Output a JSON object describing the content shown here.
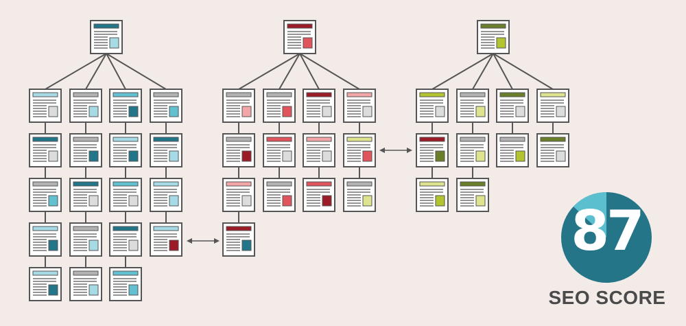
{
  "colors": {
    "background": "#f2ebe8",
    "line": "#555555",
    "page_fill": "#ffffff",
    "teal_dark": "#23768a",
    "teal_light": "#a6dbe6",
    "teal_mid": "#62c0d1",
    "red_dark": "#9b1c26",
    "red_mid": "#e0555d",
    "red_light": "#f2a6a7",
    "olive_dark": "#6b7f2b",
    "olive_mid": "#b3c431",
    "olive_light": "#dde38e",
    "gray": "#b2b2b2",
    "gray_box": "#dcdcdc",
    "score_circle": "#237587",
    "score_wedge": "#5cbfd0",
    "score_label": "#4a4a4a"
  },
  "seo": {
    "score": "87",
    "label": "SEO SCORE",
    "fraction": 0.87
  },
  "trees": [
    {
      "name": "teal-site",
      "root": {
        "bar": "teal_dark",
        "box": "teal_light"
      },
      "columns": [
        [
          {
            "bar": "teal_light",
            "box": "gray_box"
          },
          {
            "bar": "teal_dark",
            "box": "gray_box"
          },
          {
            "bar": "gray",
            "box": "teal_mid"
          },
          {
            "bar": "teal_light",
            "box": "teal_dark"
          },
          {
            "bar": "teal_light",
            "box": "teal_dark"
          }
        ],
        [
          {
            "bar": "gray",
            "box": "teal_light"
          },
          {
            "bar": "gray",
            "box": "teal_dark"
          },
          {
            "bar": "teal_dark",
            "box": "gray_box"
          },
          {
            "bar": "gray",
            "box": "teal_light"
          },
          {
            "bar": "gray",
            "box": "teal_light"
          }
        ],
        [
          {
            "bar": "teal_mid",
            "box": "teal_dark"
          },
          {
            "bar": "teal_light",
            "box": "teal_dark"
          },
          {
            "bar": "teal_mid",
            "box": "gray_box"
          },
          {
            "bar": "teal_dark",
            "box": "gray_box"
          },
          {
            "bar": "teal_mid",
            "box": "teal_mid"
          }
        ],
        [
          {
            "bar": "gray",
            "box": "teal_mid"
          },
          {
            "bar": "teal_dark",
            "box": "teal_light"
          },
          {
            "bar": "teal_light",
            "box": "teal_light"
          },
          {
            "bar": "teal_light",
            "box": "red_dark"
          }
        ]
      ]
    },
    {
      "name": "red-site",
      "root": {
        "bar": "red_dark",
        "box": "red_mid"
      },
      "columns": [
        [
          {
            "bar": "gray",
            "box": "red_light"
          },
          {
            "bar": "gray",
            "box": "red_dark"
          },
          {
            "bar": "red_light",
            "box": "gray_box"
          },
          {
            "bar": "red_dark",
            "box": "teal_dark"
          }
        ],
        [
          {
            "bar": "gray",
            "box": "red_mid"
          },
          {
            "bar": "red_mid",
            "box": "gray_box"
          },
          {
            "bar": "gray",
            "box": "red_mid"
          }
        ],
        [
          {
            "bar": "red_dark",
            "box": "gray_box"
          },
          {
            "bar": "red_light",
            "box": "gray_box"
          },
          {
            "bar": "red_mid",
            "box": "red_dark"
          }
        ],
        [
          {
            "bar": "red_light",
            "box": "gray_box"
          },
          {
            "bar": "olive_light",
            "box": "red_mid"
          },
          {
            "bar": "gray",
            "box": "olive_light"
          }
        ]
      ]
    },
    {
      "name": "olive-site",
      "root": {
        "bar": "olive_dark",
        "box": "olive_mid"
      },
      "columns": [
        [
          {
            "bar": "olive_mid",
            "box": "gray_box"
          },
          {
            "bar": "red_dark",
            "box": "olive_dark"
          },
          {
            "bar": "olive_light",
            "box": "olive_mid"
          }
        ],
        [
          {
            "bar": "gray",
            "box": "olive_light"
          },
          {
            "bar": "gray",
            "box": "olive_light"
          },
          {
            "bar": "olive_dark",
            "box": "olive_light"
          }
        ],
        [
          {
            "bar": "olive_dark",
            "box": "gray_box"
          },
          {
            "bar": "gray",
            "box": "olive_mid"
          }
        ],
        [
          {
            "bar": "olive_light",
            "box": "gray_box"
          },
          {
            "bar": "olive_dark",
            "box": "gray_box"
          }
        ]
      ]
    }
  ]
}
